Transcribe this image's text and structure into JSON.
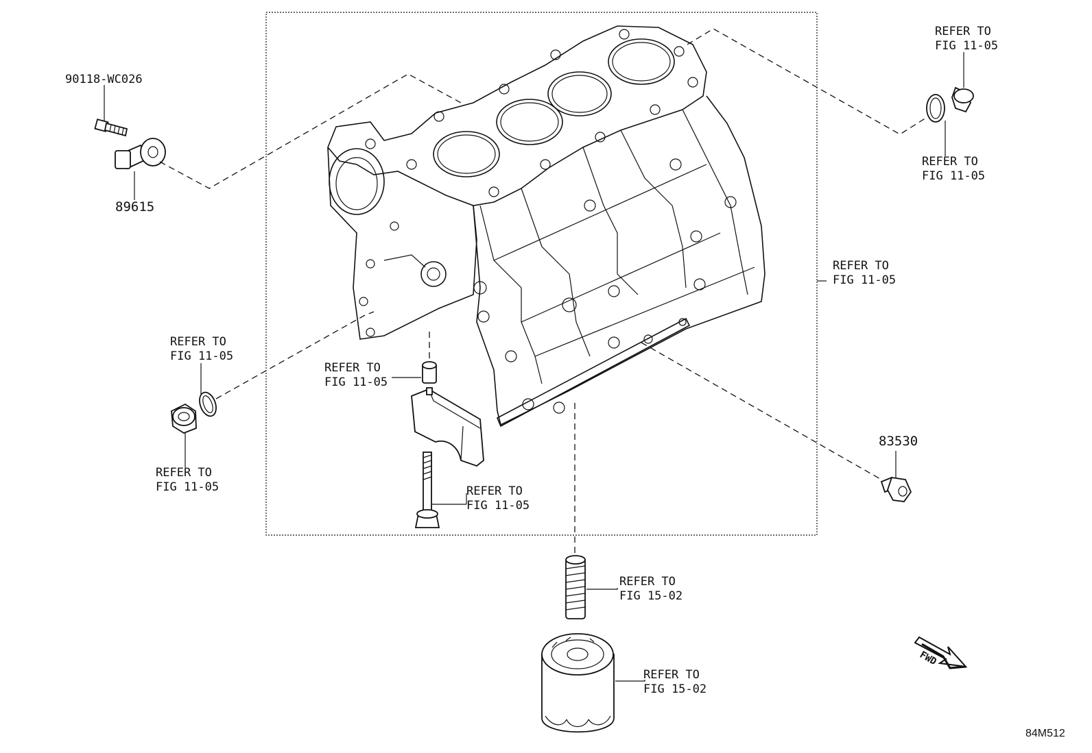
{
  "diagram": {
    "figure_code": "84M512",
    "fwd_label": "FWD",
    "parts": {
      "bolt_number": "90118-WC026",
      "knock_sensor_number": "89615",
      "oil_pressure_switch_number": "83530"
    },
    "refs": {
      "top_right_upper": {
        "line1": "REFER TO",
        "line2": "FIG 11-05"
      },
      "top_right_lower": {
        "line1": "REFER TO",
        "line2": "FIG 11-05"
      },
      "block_right": {
        "line1": "REFER TO",
        "line2": "FIG 11-05"
      },
      "left_plug_upper": {
        "line1": "REFER TO",
        "line2": "FIG 11-05"
      },
      "left_plug_lower": {
        "line1": "REFER TO",
        "line2": "FIG 11-05"
      },
      "dowel": {
        "line1": "REFER TO",
        "line2": "FIG 11-05"
      },
      "bearing_bolt": {
        "line1": "REFER TO",
        "line2": "FIG 11-05"
      },
      "stud": {
        "line1": "REFER TO",
        "line2": "FIG 15-02"
      },
      "oil_filter": {
        "line1": "REFER TO",
        "line2": "FIG 15-02"
      }
    }
  }
}
